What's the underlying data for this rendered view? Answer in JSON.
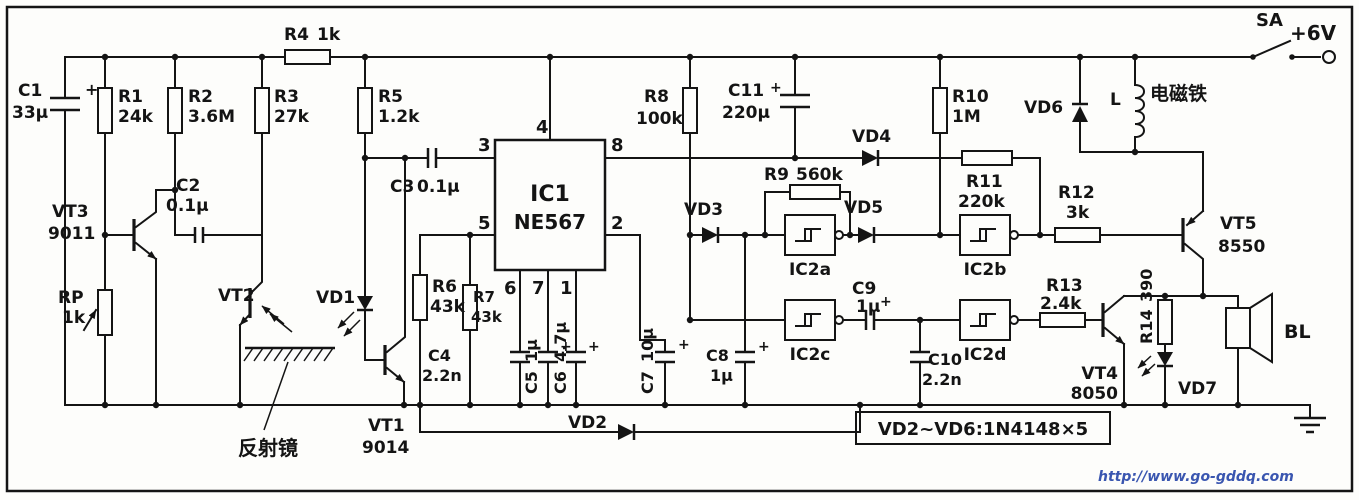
{
  "power": {
    "switch_label": "SA",
    "supply_label": "+6V"
  },
  "footer": {
    "url": "http://www.go-gddq.com"
  },
  "note": {
    "text": "VD2~VD6:1N4148×5"
  },
  "annotations": {
    "mirror": "反射镜",
    "electromagnet": "电磁铁"
  },
  "symbols": {
    "plus": "+"
  },
  "ic1": {
    "ref": "IC1",
    "part": "NE567",
    "pins": {
      "p1": "1",
      "p2": "2",
      "p3": "3",
      "p4": "4",
      "p5": "5",
      "p6": "6",
      "p7": "7",
      "p8": "8"
    }
  },
  "components": {
    "R1": {
      "ref": "R1",
      "value": "24k"
    },
    "R2": {
      "ref": "R2",
      "value": "3.6M"
    },
    "R3": {
      "ref": "R3",
      "value": "27k"
    },
    "R4": {
      "ref": "R4",
      "value": "1k"
    },
    "R5": {
      "ref": "R5",
      "value": "1.2k"
    },
    "R6": {
      "ref": "R6",
      "value": "43k"
    },
    "R7": {
      "ref": "R7",
      "value": "43k"
    },
    "R8": {
      "ref": "R8",
      "value": "100k"
    },
    "R9": {
      "ref": "R9",
      "value": "560k"
    },
    "R10": {
      "ref": "R10",
      "value": "1M"
    },
    "R11": {
      "ref": "R11",
      "value": "220k"
    },
    "R12": {
      "ref": "R12",
      "value": "3k"
    },
    "R13": {
      "ref": "R13",
      "value": "2.4k"
    },
    "R14": {
      "ref": "R14",
      "value": "390"
    },
    "RP": {
      "ref": "RP",
      "value": "1k"
    },
    "C1": {
      "ref": "C1",
      "value": "33μ"
    },
    "C2": {
      "ref": "C2",
      "value": "0.1μ"
    },
    "C3": {
      "ref": "C3",
      "value": "0.1μ"
    },
    "C4": {
      "ref": "C4",
      "value": "2.2n"
    },
    "C5": {
      "ref": "C5",
      "value": "1μ"
    },
    "C6": {
      "ref": "C6",
      "value": "4.7μ"
    },
    "C7": {
      "ref": "C7",
      "value": "10μ"
    },
    "C8": {
      "ref": "C8",
      "value": "1μ"
    },
    "C9": {
      "ref": "C9",
      "value": "1μ"
    },
    "C10": {
      "ref": "C10",
      "value": "2.2n"
    },
    "C11": {
      "ref": "C11",
      "value": "220μ"
    },
    "VD1": {
      "ref": "VD1"
    },
    "VD2": {
      "ref": "VD2"
    },
    "VD3": {
      "ref": "VD3"
    },
    "VD4": {
      "ref": "VD4"
    },
    "VD5": {
      "ref": "VD5"
    },
    "VD6": {
      "ref": "VD6"
    },
    "VD7": {
      "ref": "VD7"
    },
    "VT1": {
      "ref": "VT1",
      "value": "9014"
    },
    "VT2": {
      "ref": "VT2"
    },
    "VT3": {
      "ref": "VT3",
      "value": "9011"
    },
    "VT4": {
      "ref": "VT4",
      "value": "8050"
    },
    "VT5": {
      "ref": "VT5",
      "value": "8550"
    },
    "IC2a": {
      "ref": "IC2a"
    },
    "IC2b": {
      "ref": "IC2b"
    },
    "IC2c": {
      "ref": "IC2c"
    },
    "IC2d": {
      "ref": "IC2d"
    },
    "L": {
      "ref": "L"
    },
    "BL": {
      "ref": "BL"
    }
  }
}
